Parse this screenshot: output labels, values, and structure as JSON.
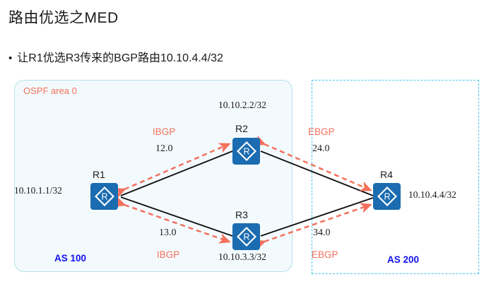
{
  "slide": {
    "title": "路由优选之MED",
    "bullet_marker": "•",
    "bullet_text": "让R1优选R3传来的BGP路由10.10.4.4/32"
  },
  "regions": {
    "ospf": {
      "label": "OSPF  area 0",
      "color": "#f4705c",
      "fill": "#f3fafd",
      "border": "#b8e0ee"
    },
    "as200_box": {
      "border": "#46c5f0",
      "style": "dashed"
    }
  },
  "nodes": [
    {
      "id": "r1",
      "name": "R1",
      "icon": "router-icon",
      "ip": "10.10.1.1/32"
    },
    {
      "id": "r2",
      "name": "R2",
      "icon": "router-icon",
      "ip": "10.10.2.2/32"
    },
    {
      "id": "r3",
      "name": "R3",
      "icon": "router-icon",
      "ip": "10.10.3.3/32"
    },
    {
      "id": "r4",
      "name": "R4",
      "icon": "router-icon",
      "ip": "10.10.4.4/32"
    }
  ],
  "links": [
    {
      "id": "r1-r2",
      "protocol": "IBGP",
      "cost": "12.0"
    },
    {
      "id": "r2-r4",
      "protocol": "EBGP",
      "cost": "24.0"
    },
    {
      "id": "r1-r3",
      "protocol": "IBGP",
      "cost": "13.0"
    },
    {
      "id": "r3-r4",
      "protocol": "EBGP",
      "cost": "34.0"
    }
  ],
  "as_labels": [
    {
      "id": "as100",
      "text": "AS 100",
      "color": "#1111ee"
    },
    {
      "id": "as200",
      "text": "AS 200",
      "color": "#1111ee"
    }
  ],
  "colors": {
    "router_blue": "#1b6cb0",
    "peering_red": "#f4705c",
    "link_black": "#111111",
    "as_blue": "#1111ee"
  }
}
